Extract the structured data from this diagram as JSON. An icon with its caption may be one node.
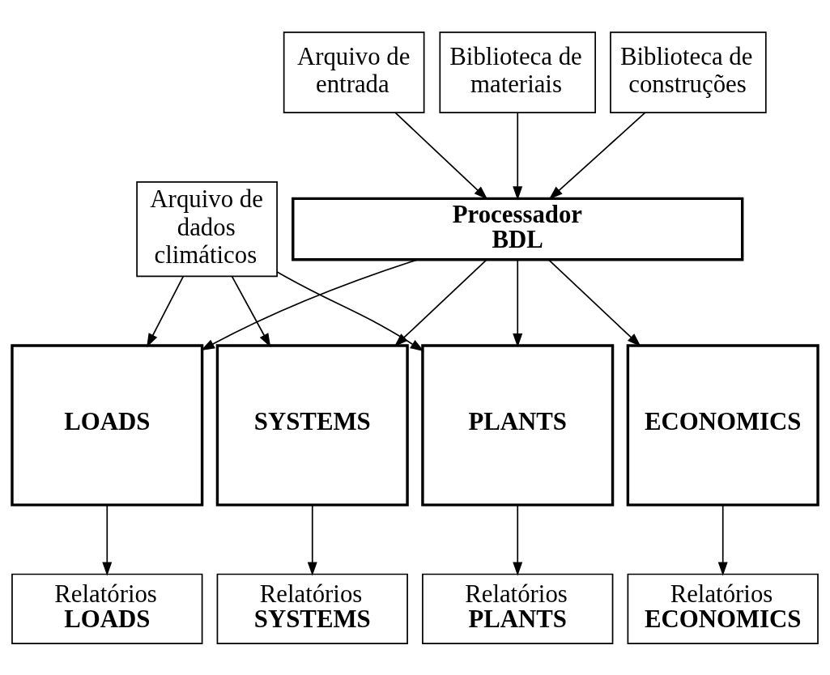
{
  "diagram": {
    "nodes": [
      {
        "text": [
          "Arquivo de entrada"
        ]
      },
      {
        "text": [
          "Biblioteca de materiais"
        ]
      },
      {
        "text": [
          "Biblioteca de construções"
        ]
      },
      {
        "text": [
          "Arquivo de dados climáticos"
        ]
      },
      {
        "text": [
          "Processador BDL"
        ]
      },
      {
        "text": [
          "LOADS"
        ]
      },
      {
        "text": [
          "SYSTEMS"
        ]
      },
      {
        "text": [
          "PLANTS"
        ]
      },
      {
        "text": [
          "ECONOMICS"
        ]
      },
      {
        "text": [
          "Relatórios",
          "LOADS"
        ]
      },
      {
        "text": [
          "Relatórios",
          "SYSTEMS"
        ]
      },
      {
        "text": [
          "Relatórios",
          "PLANTS"
        ]
      },
      {
        "text": [
          "Relatórios",
          "ECONOMICS"
        ]
      }
    ],
    "edges": [
      {
        "from": 0,
        "to": 4,
        "arrow": "to"
      },
      {
        "from": 1,
        "to": 4,
        "arrow": "to"
      },
      {
        "from": 2,
        "to": 4,
        "arrow": "to"
      },
      {
        "from": 3,
        "to": 5,
        "arrow": "to"
      },
      {
        "from": 3,
        "to": 6,
        "arrow": "to"
      },
      {
        "from": 3,
        "to": 7,
        "arrow": "to"
      },
      {
        "from": 4,
        "to": 5,
        "arrow": "to"
      },
      {
        "from": 4,
        "to": 6,
        "arrow": "to"
      },
      {
        "from": 4,
        "to": 7,
        "arrow": "to"
      },
      {
        "from": 4,
        "to": 8,
        "arrow": "to"
      },
      {
        "from": 5,
        "to": 9,
        "arrow": "to"
      },
      {
        "from": 6,
        "to": 10,
        "arrow": "to"
      },
      {
        "from": 7,
        "to": 11,
        "arrow": "to"
      },
      {
        "from": 8,
        "to": 12,
        "arrow": "to"
      }
    ]
  }
}
